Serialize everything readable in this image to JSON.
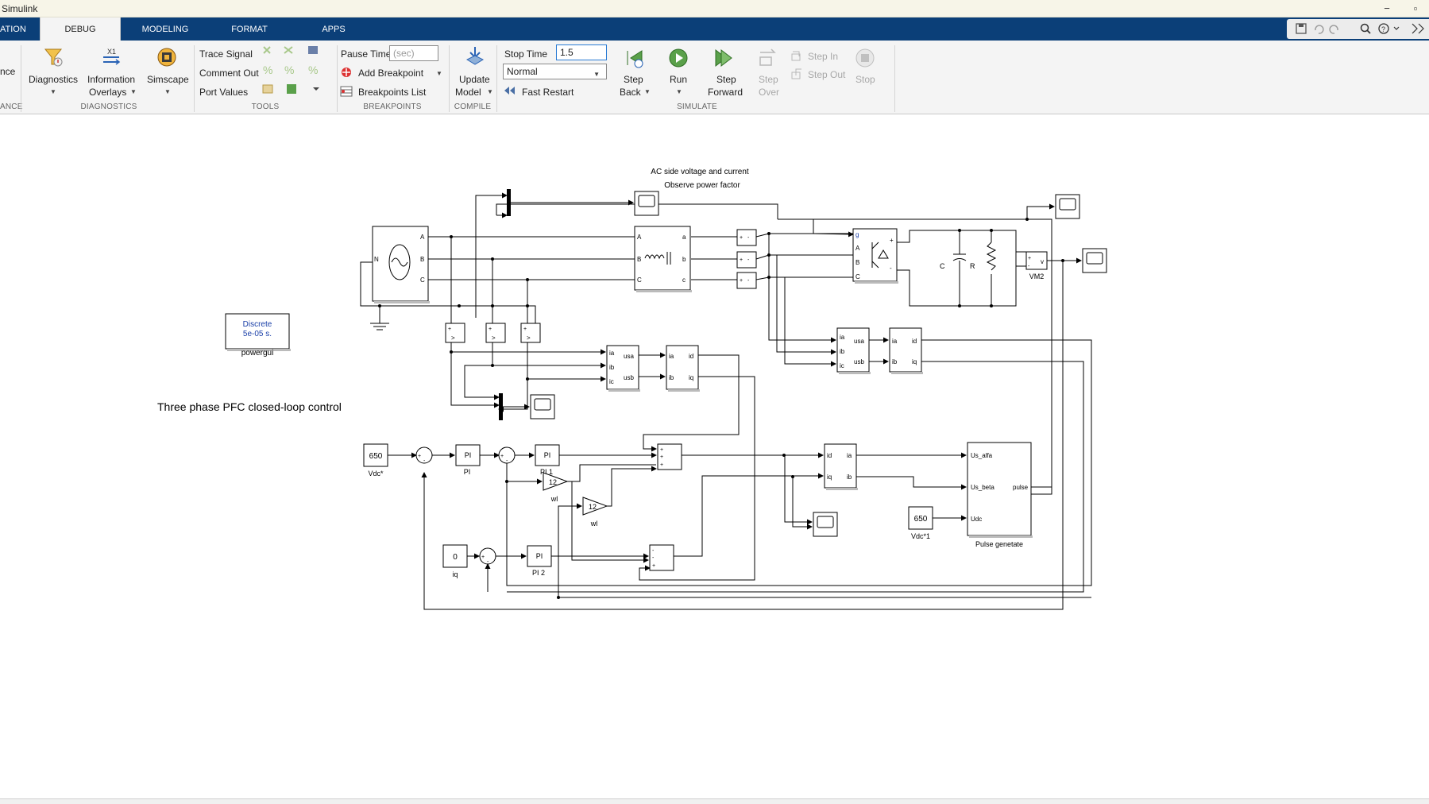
{
  "window": {
    "title": "Simulink",
    "minimize": "−",
    "maximize": "▫"
  },
  "tabs": [
    {
      "label": "ATION"
    },
    {
      "label": "DEBUG"
    },
    {
      "label": "MODELING"
    },
    {
      "label": "FORMAT"
    },
    {
      "label": "APPS"
    }
  ],
  "ribbon": {
    "left_partial": "nce",
    "diagnostics": {
      "label": "Diagnostics"
    },
    "information_overlays": {
      "line1": "Information",
      "line2": "Overlays"
    },
    "simscape": {
      "label": "Simscape"
    },
    "tools": {
      "trace_signal": "Trace Signal",
      "comment_out": "Comment Out",
      "port_values": "Port Values"
    },
    "breakpoints": {
      "pause_time_label": "Pause Time",
      "pause_time_placeholder": "(sec)",
      "add_breakpoint": "Add Breakpoint",
      "breakpoints_list": "Breakpoints List"
    },
    "compile": {
      "line1": "Update",
      "line2": "Model"
    },
    "simulate": {
      "stop_time_label": "Stop Time",
      "stop_time_value": "1.5",
      "mode": "Normal",
      "fast_restart": "Fast Restart",
      "step_back": {
        "line1": "Step",
        "line2": "Back"
      },
      "run": "Run",
      "step_forward": {
        "line1": "Step",
        "line2": "Forward"
      },
      "step_over": {
        "line1": "Step",
        "line2": "Over"
      },
      "step_in": "Step In",
      "step_out": "Step Out",
      "stop": "Stop"
    },
    "sections": {
      "ance": "ANCE",
      "diagnostics": "DIAGNOSTICS",
      "tools": "TOOLS",
      "breakpoints": "BREAKPOINTS",
      "compile": "COMPILE",
      "simulate": "SIMULATE"
    }
  },
  "model": {
    "annotation_title": "AC side voltage and current",
    "annotation_subtitle": "Observe power factor",
    "main_label": "Three phase PFC closed-loop control",
    "powergui": {
      "line1": "Discrete",
      "line2": "5e-05 s.",
      "name": "powergui"
    },
    "source_ports": {
      "a": "A",
      "b": "B",
      "c": "C",
      "n": "N"
    },
    "filter_ports": {
      "A": "A",
      "B": "B",
      "C": "C",
      "a": "a",
      "b": "b",
      "c": "c"
    },
    "bridge_ports": {
      "g": "g",
      "A": "A",
      "B": "B",
      "C": "C",
      "plus": "+",
      "minus": "-"
    },
    "cap_label": "C",
    "res_label": "R",
    "vm2": {
      "name": "VM2",
      "port": "v",
      "plus": "+",
      "minus": "-"
    },
    "clarke1": {
      "ia": "ia",
      "ib": "ib",
      "ic": "ic",
      "usa": "usa",
      "usb": "usb"
    },
    "park1": {
      "ia": "ia",
      "ib": "ib",
      "id": "id",
      "iq": "iq"
    },
    "clarke2": {
      "ia": "ia",
      "ib": "ib",
      "ic": "ic",
      "usa": "usa",
      "usb": "usb"
    },
    "park2": {
      "ia": "ia",
      "ib": "ib",
      "id": "id",
      "iq": "iq"
    },
    "vdc_ref": {
      "value": "650",
      "name": "Vdc*"
    },
    "pi": {
      "block": "PI",
      "name": "PI"
    },
    "pi1": {
      "block": "PI",
      "name": "PI 1"
    },
    "pi2": {
      "block": "PI",
      "name": "PI 2"
    },
    "gain_wl_top": {
      "value": "12",
      "name": "wl"
    },
    "gain_wl_bottom": {
      "value": "12",
      "name": "wl"
    },
    "iq_ref": {
      "value": "0",
      "name": "iq"
    },
    "inv_park": {
      "id": "id",
      "iq": "iq",
      "ia": "ia",
      "ib": "ib"
    },
    "pulse": {
      "us_alfa": "Us_alfa",
      "us_beta": "Us_beta",
      "udc": "Udc",
      "pulse": "pulse",
      "name": "Pulse genetate"
    },
    "vdc1": {
      "value": "650",
      "name": "Vdc*1"
    },
    "sum_plus": "+",
    "sum_minus": "-",
    "compare_symbol": ">",
    "sig_plus": "+",
    "sig_minus": "-"
  }
}
